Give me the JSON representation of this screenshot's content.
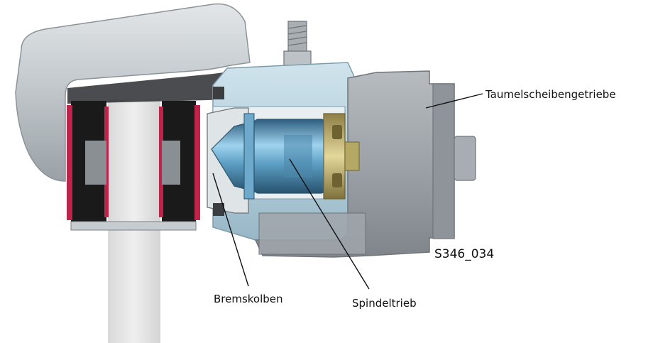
{
  "labels": {
    "swash_plate_gear": "Taumelscheibengetriebe",
    "brake_piston": "Bremskolben",
    "spindle_drive": "Spindeltrieb",
    "figure_code": "S346_034"
  },
  "colors": {
    "caliper_light": "#c5ccd0",
    "caliper_mid": "#a9b0b5",
    "caliper_dark": "#8c9398",
    "housing_light": "#b8d3e0",
    "housing_mid": "#9fbfce",
    "motor_grey": "#9fa5aa",
    "motor_dark": "#7e8489",
    "pad_black": "#151515",
    "lining_red": "#c0234a",
    "spindle_blue": "#4f8fb3",
    "brass": "#b8a767",
    "disc_grey": "#e3e3e3",
    "line_black": "#111111"
  }
}
